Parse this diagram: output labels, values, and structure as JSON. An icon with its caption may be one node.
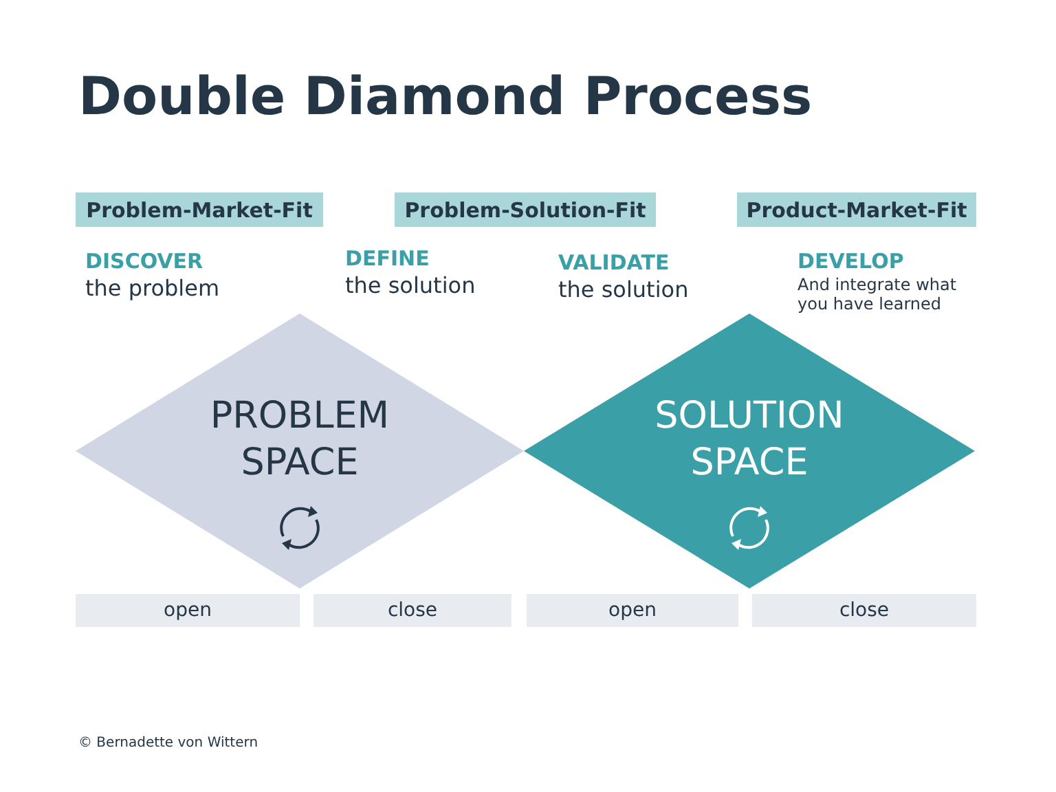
{
  "diagram": {
    "title": "Double Diamond Process",
    "nodes": [
      {
        "text": [
          "Problem-Market-Fit"
        ]
      },
      {
        "text": [
          "Problem-Solution-Fit"
        ]
      },
      {
        "text": [
          "Product-Market-Fit"
        ]
      },
      {
        "text": [
          "PROBLEM SPACE"
        ]
      },
      {
        "text": [
          "SOLUTION SPACE"
        ]
      },
      {
        "text": [
          "open"
        ]
      },
      {
        "text": [
          "close"
        ]
      },
      {
        "text": [
          "open"
        ]
      },
      {
        "text": [
          "close"
        ]
      }
    ],
    "edges": [],
    "labels": [
      "DISCOVER",
      "the problem",
      "DEFINE",
      "the solution",
      "VALIDATE",
      "the solution",
      "DEVELOP",
      "And integrate what you have learned",
      "© Bernadette von Wittern"
    ]
  }
}
